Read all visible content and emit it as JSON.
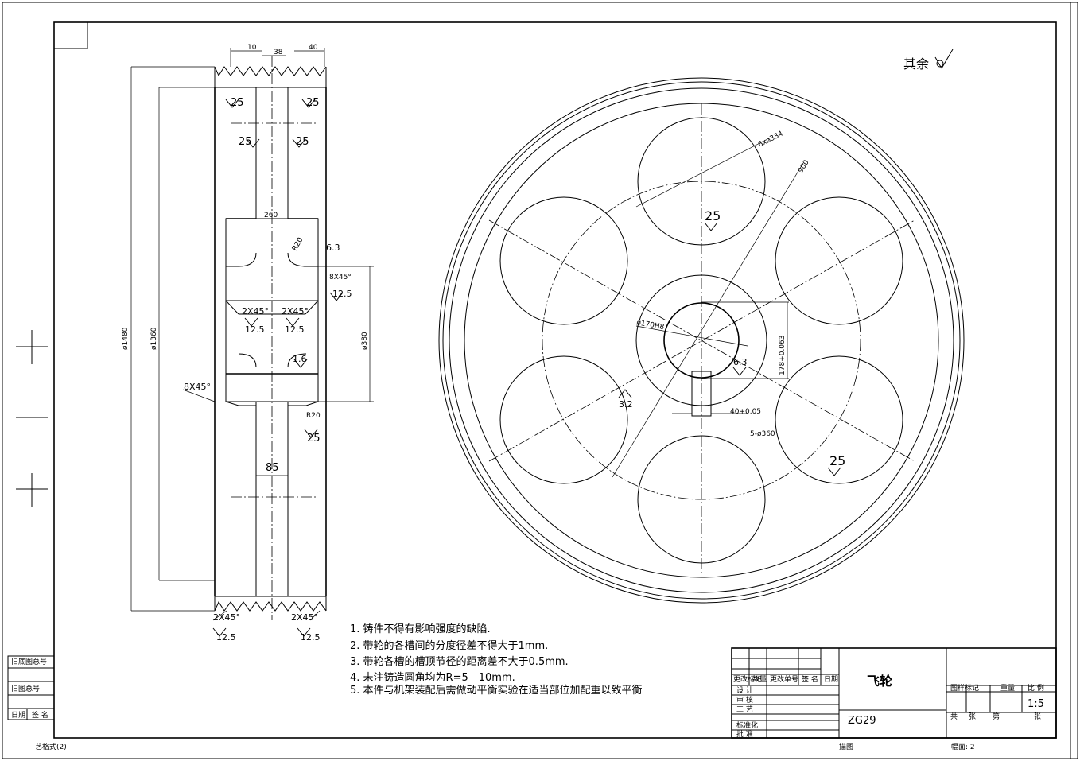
{
  "surface_finish_note": "其余",
  "part_name": "飞轮",
  "material": "ZG29",
  "scale_label": "比 例",
  "scale_value": "1:5",
  "notes": [
    "1. 铸件不得有影响强度的缺陷.",
    "2. 带轮的各槽间的分度径差不得大于1mm.",
    "3. 带轮各槽的槽顶节径的距离差不大于0.5mm.",
    "4. 未注铸造圆角均为R=5—10mm.",
    "5. 本件与机架装配后需做动平衡实验在适当部位加配重以致平衡"
  ],
  "side_view": {
    "dim_top": [
      "10",
      "38",
      "40"
    ],
    "roughness": [
      "25",
      "25",
      "25",
      "25",
      "6.3",
      "12.5",
      "12.5",
      "12.5",
      "1.6",
      "25",
      "12.5",
      "12.5"
    ],
    "d_outer": "ø1480",
    "d_inner": "ø1360",
    "d_bore": "ø380",
    "hub_width": "260",
    "web_width": "85",
    "fillet_r": "R20",
    "fillet_r2": "R20",
    "chamfer_a": "8X45°",
    "chamfer_b": "8X45°",
    "chamfer_c": "2X45°",
    "chamfer_d": "2X45°",
    "chamfer_e": "2X45°",
    "chamfer_f": "2X45°"
  },
  "front_view": {
    "holes_label": "6xø334",
    "pcd_label": "900",
    "bore_label": "ø170H8",
    "keyway_depth": "178+0.063",
    "keyway_width": "40+0.05",
    "hub_label": "5-ø360",
    "rough_a": "25",
    "rough_b": "25",
    "rough_c": "6.3",
    "rough_d": "3.2"
  },
  "title_block": {
    "row_labels": [
      "设 计",
      "审 核",
      "工 艺",
      "标准化",
      "批 准"
    ],
    "header_cells": [
      "更改标记",
      "数量",
      "更改单号",
      "签 名",
      "日期"
    ],
    "right_labels": [
      "图样标记",
      "重量",
      "比 例"
    ],
    "sheet_labels": [
      "共",
      "张",
      "第",
      "张"
    ],
    "bottom_left": "描图",
    "bottom_right": "幅面: 2"
  },
  "left_strip": [
    "旧底图总号",
    "旧图总号",
    "日期",
    "签 名"
  ],
  "footer_left": "艺格式(2)"
}
